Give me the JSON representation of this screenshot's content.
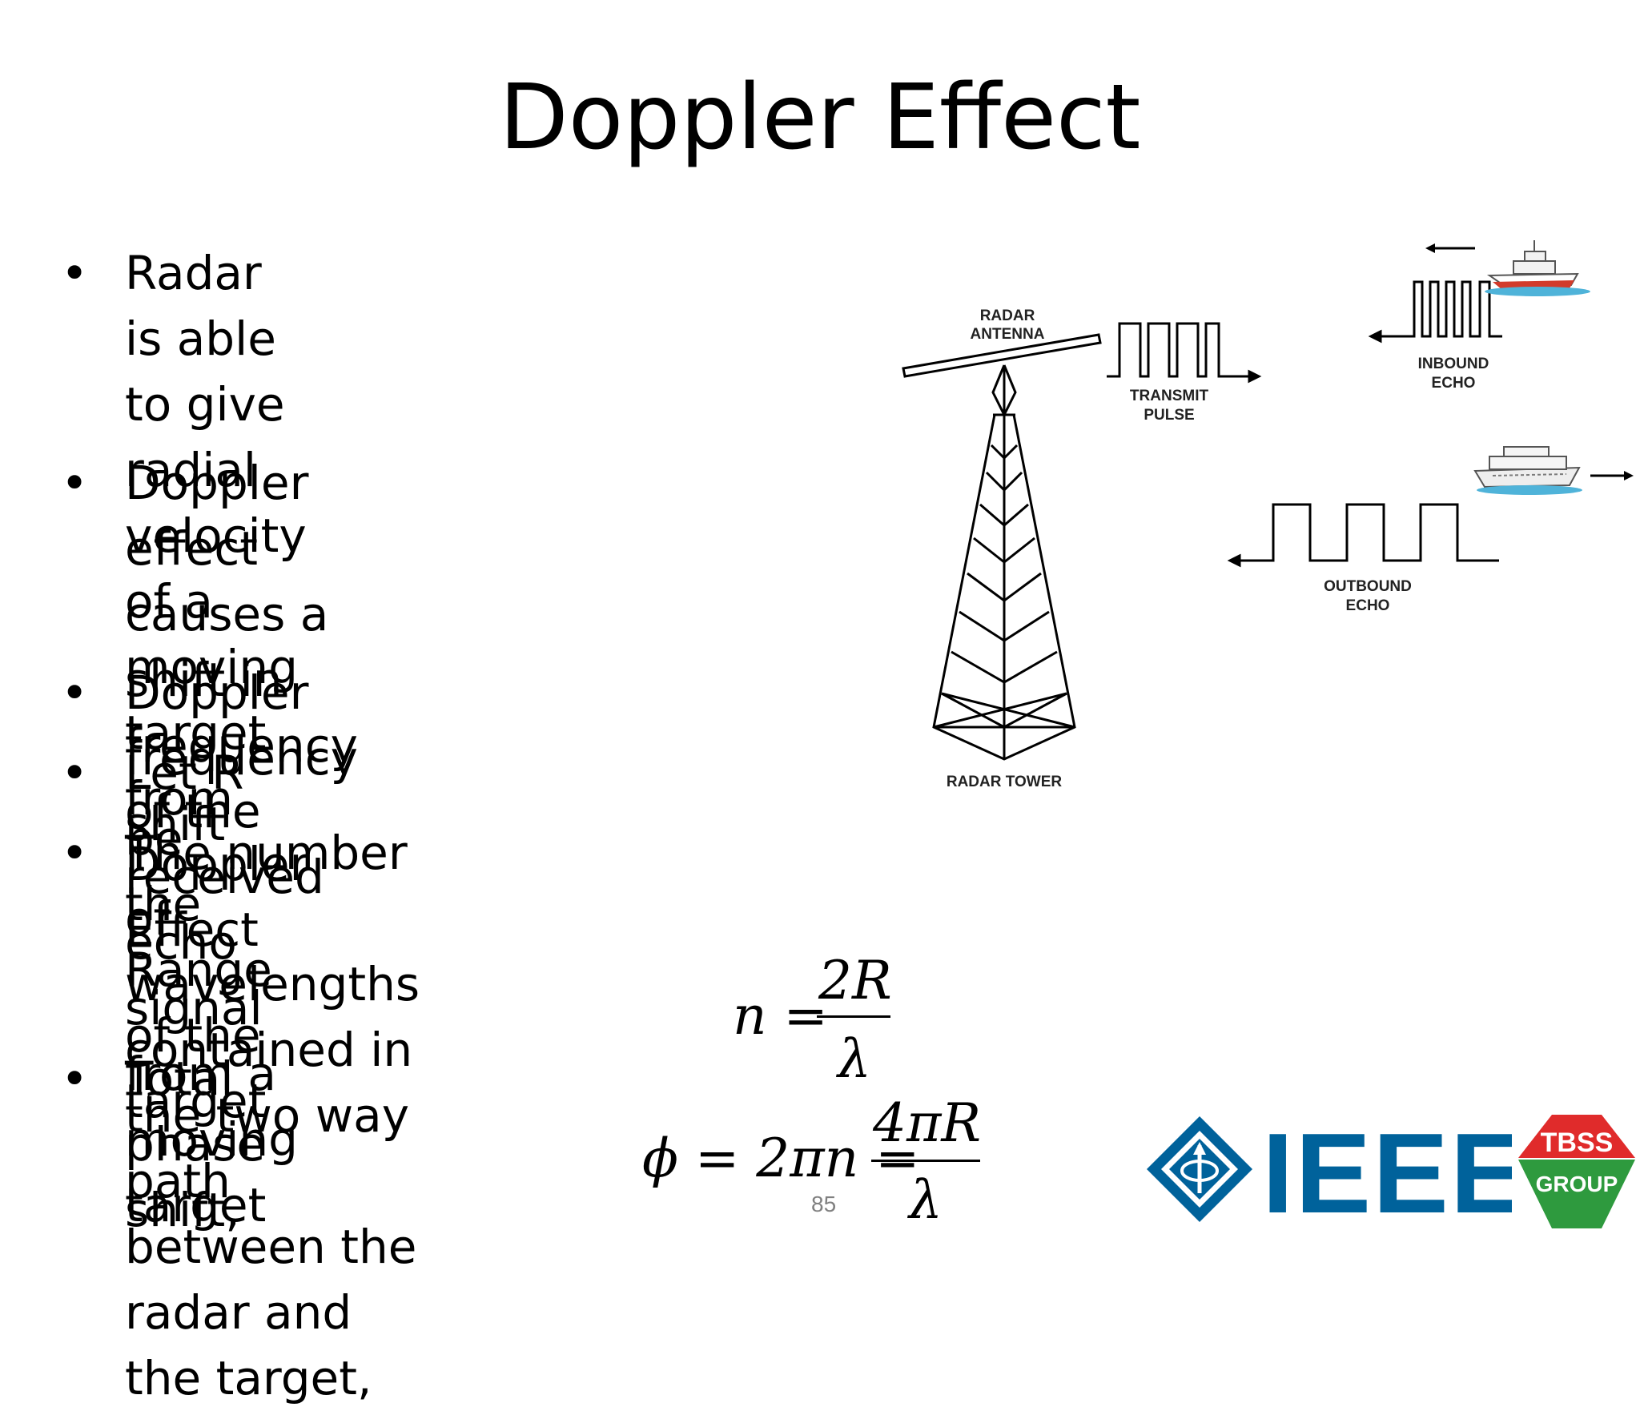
{
  "title": "Doppler Effect",
  "bullets": [
    {
      "marker": "•",
      "text": "Radar is able to give radial velocity\nof a moving target from Doppler\nEffect"
    },
    {
      "marker": "•",
      "text": "Doppler effect causes a shift in\nfrequency of the received echo\nsignal from a moving target"
    },
    {
      "marker": "•",
      "text": "Doppler frequency shift"
    },
    {
      "marker": "•",
      "text": "Let R be the Range of the target"
    },
    {
      "marker": "•",
      "text": "The number of wavelengths contained in the two way path\nbetween the radar and the target,"
    },
    {
      "marker": "•",
      "text": "Total phase shift,"
    }
  ],
  "equations": {
    "n_lhs": "n =",
    "n_num": "2R",
    "n_den": "λ",
    "phi_lhs": "ϕ = 2πn =",
    "phi_num": "4πR",
    "phi_den": "λ"
  },
  "diagram": {
    "antenna_label_1": "RADAR",
    "antenna_label_2": "ANTENNA",
    "tower_label": "RADAR TOWER",
    "transmit_label_1": "TRANSMIT",
    "transmit_label_2": "PULSE",
    "inbound_label_1": "INBOUND",
    "inbound_label_2": "ECHO",
    "outbound_label_1": "OUTBOUND",
    "outbound_label_2": "ECHO"
  },
  "logo": {
    "ieee_text": "IEEE",
    "tbss_line1": "TBSS",
    "tbss_line2": "GROUP",
    "ieee_color": "#00629b",
    "tbss_color": "#e02b2b",
    "group_color": "#2e9a3e"
  },
  "page_number": "85"
}
